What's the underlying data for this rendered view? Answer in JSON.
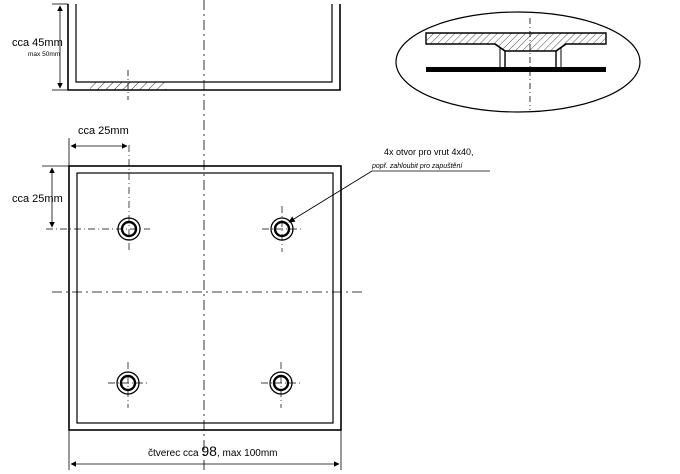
{
  "dimensions": {
    "height_label": "cca 45mm",
    "height_max_label": "max 50mm",
    "offset_x_label": "cca 25mm",
    "offset_y_label": "cca 25mm",
    "width_label_prefix": "čtverec cca ",
    "width_label_value": "98",
    "width_label_suffix": ", max 100mm"
  },
  "annotation": {
    "line1": "4x otvor pro vrut 4x40,",
    "line2": "popř. zahloubit pro zapuštění"
  },
  "colors": {
    "line": "#000000",
    "background": "#ffffff"
  }
}
